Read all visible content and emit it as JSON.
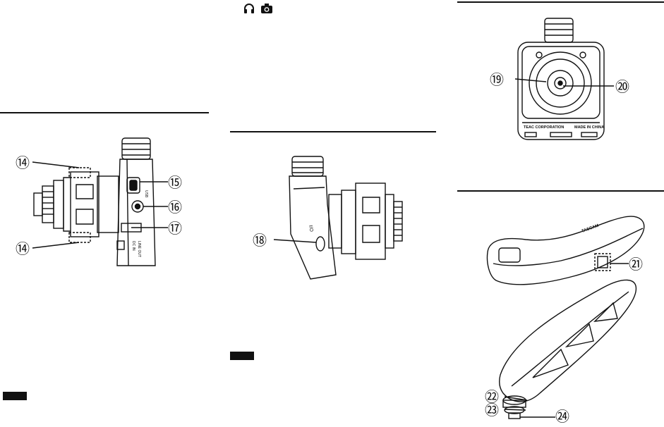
{
  "header_icons": {
    "headphones": "headphones-icon",
    "camera": "camera-icon"
  },
  "figure_left": {
    "callouts": [
      "⑭",
      "⑭",
      "⑮",
      "⑯",
      "⑰"
    ],
    "device_labels": [
      "USB",
      "DC IN",
      "LINE OUT"
    ]
  },
  "figure_middle": {
    "callouts": [
      "⑱"
    ],
    "device_labels": [
      "I/O"
    ]
  },
  "figure_right_top": {
    "callouts": [
      "⑲",
      "⑳"
    ],
    "device_labels": [
      "TEAC CORPORATION",
      "MADE IN CHINA"
    ]
  },
  "figure_right_bottom": {
    "callouts": [
      "㉑",
      "㉒",
      "㉓",
      "㉔"
    ],
    "device_labels": [
      "TASCAM"
    ]
  }
}
